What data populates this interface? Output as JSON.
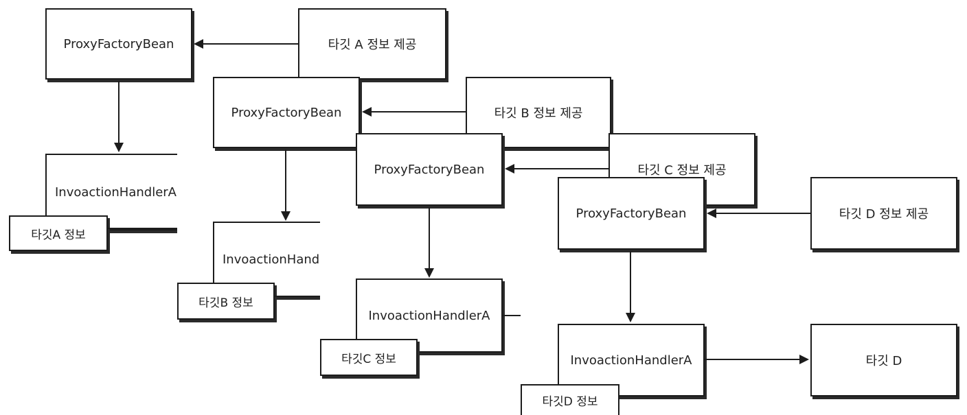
{
  "diagram": {
    "groups": [
      {
        "id": "A",
        "target_info_provider": "타깃 A 정보 제공",
        "proxy_factory": "ProxyFactoryBean",
        "handler": "InvoactionHandlerA",
        "target_info": "타깃A 정보"
      },
      {
        "id": "B",
        "target_info_provider": "타깃 B 정보 제공",
        "proxy_factory": "ProxyFactoryBean",
        "handler": "InvoactionHand",
        "target_info": "타깃B 정보"
      },
      {
        "id": "C",
        "target_info_provider": "타깃 C 정보 제공",
        "proxy_factory": "ProxyFactoryBean",
        "handler": "InvoactionHandlerA",
        "target_info": "타깃C 정보"
      },
      {
        "id": "D",
        "target_info_provider": "타깃 D 정보 제공",
        "proxy_factory": "ProxyFactoryBean",
        "handler": "InvoactionHandlerA",
        "target_info": "타깃D 정보",
        "target": "타깃 D"
      }
    ],
    "colors": {
      "stroke": "#1c1c1c",
      "background": "#ffffff"
    }
  }
}
